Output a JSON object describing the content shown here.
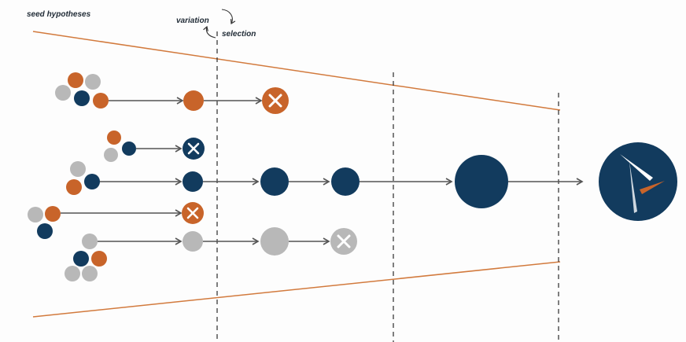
{
  "labels": {
    "seed": "seed hypotheses",
    "variation": "variation",
    "selection": "selection"
  },
  "colors": {
    "orange": "#c8642a",
    "navy": "#123b5e",
    "gray": "#b8b8b8",
    "arrow": "#555555",
    "funnel": "#d27a3d",
    "divider": "#2a2a2a"
  },
  "icons": {
    "cycle": "circular-arrows-icon",
    "eliminated": "x-mark-icon",
    "final": "clock-hands-icon"
  }
}
